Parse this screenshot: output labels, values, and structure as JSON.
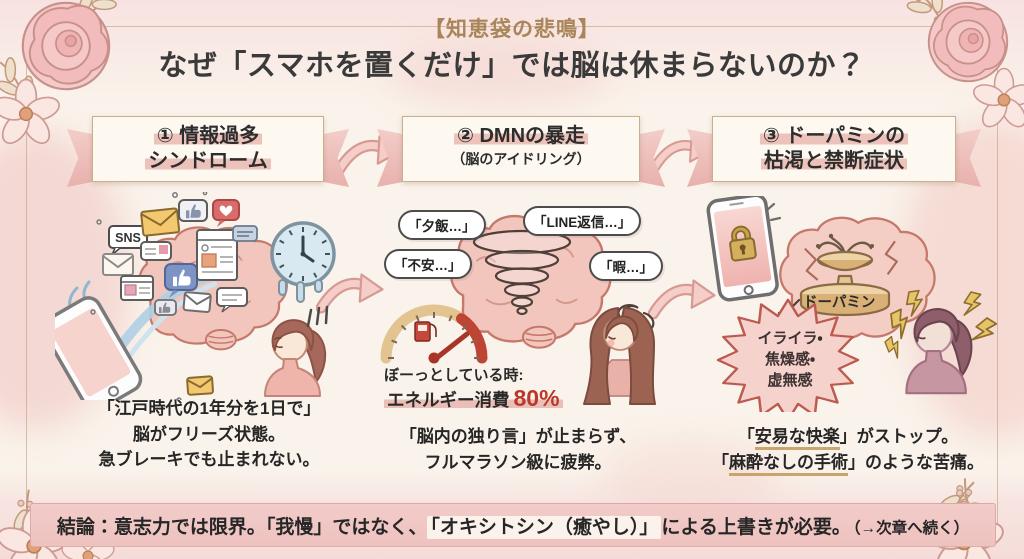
{
  "header": {
    "tag": "【知恵袋の悲鳴】",
    "title": "なぜ「スマホを置くだけ」では脳は休まらないのか？"
  },
  "s1": {
    "banner1": "① 情報過多",
    "banner2": "シンドローム",
    "sns": "SNS",
    "cap1": "「江戸時代の1年分を1日で」",
    "cap2": "脳がフリーズ状態。",
    "cap3": "急ブレーキでも止まれない。"
  },
  "s2": {
    "banner1": "② DMNの暴走",
    "banner2": "（脳のアイドリング）",
    "bubble_dinner": "「夕飯…」",
    "bubble_line": "「LINE返信…」",
    "bubble_anxiety": "「不安…」",
    "bubble_bored": "「暇…」",
    "gauge_caption": "ぼーっとしている時:",
    "energy_label": "エネルギー消費",
    "energy_value": "80%",
    "cap1": "「脳内の独り言」が止まらず、",
    "cap2": "フルマラソン級に疲弊。"
  },
  "s3": {
    "banner1": "③ ドーパミンの",
    "banner2": "枯渇と禁断症状",
    "dopamine_label": "ドーパミン",
    "star1": "イライラ・",
    "star2": "焦燥感・",
    "star3": "虚無感",
    "cap1_open": "「",
    "cap1_u": "安易な快楽",
    "cap1_rest": "」がストップ。",
    "cap2_open": "「",
    "cap2_u": "麻酔なしの手術",
    "cap2_rest": "」のような苦痛。"
  },
  "conclusion": {
    "lead": "結論：意志力では限界。「我慢」ではなく、",
    "highlight": "「オキシトシン（癒やし）」",
    "tail": "による上書きが必要。",
    "note": "（→次章へ続く）"
  },
  "colors": {
    "accent_pink": "#e7aaa4",
    "ribbon_pink": "#f0c6c2",
    "gold": "#a8865a",
    "alert_red": "#b9392b",
    "brain_pink": "#f2c5bd"
  }
}
